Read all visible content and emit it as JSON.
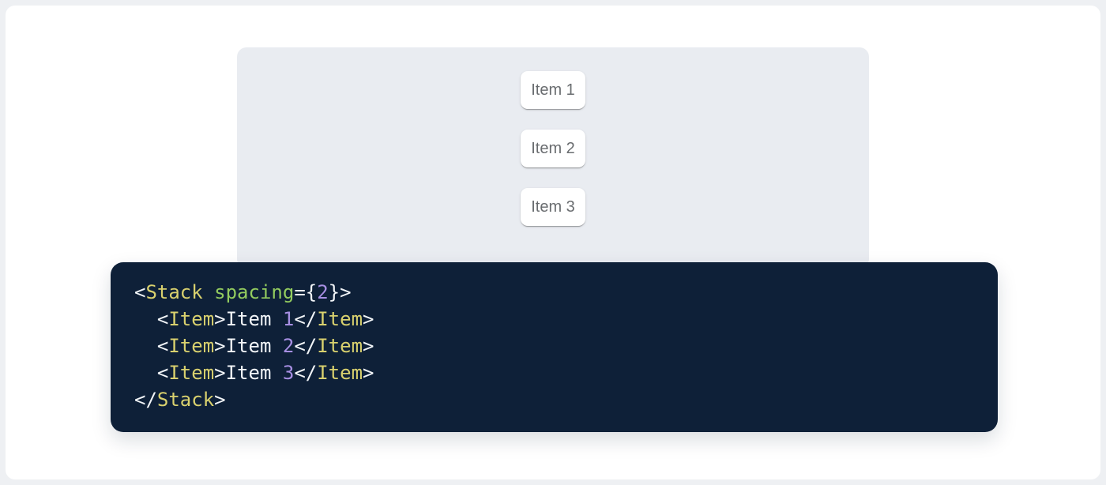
{
  "colors": {
    "page-bg": "#eef0f3",
    "card-bg": "#ffffff",
    "panel-bg": "#e9ecf1",
    "code-bg": "#0e2038",
    "item-text": "#696c6f"
  },
  "demo": {
    "items": [
      {
        "label": "Item 1"
      },
      {
        "label": "Item 2"
      },
      {
        "label": "Item 3"
      }
    ]
  },
  "code": {
    "token_colors": {
      "plain": "#f2f5f8",
      "tag": "#d9d16e",
      "attr": "#93cc5f",
      "num": "#a78fe3"
    },
    "lines": [
      [
        [
          "plain",
          "<"
        ],
        [
          "tag",
          "Stack"
        ],
        [
          "plain",
          " "
        ],
        [
          "attr",
          "spacing"
        ],
        [
          "plain",
          "={"
        ],
        [
          "num",
          "2"
        ],
        [
          "plain",
          "}>"
        ]
      ],
      [
        [
          "plain",
          "  <"
        ],
        [
          "tag",
          "Item"
        ],
        [
          "plain",
          ">Item "
        ],
        [
          "num",
          "1"
        ],
        [
          "plain",
          "</"
        ],
        [
          "tag",
          "Item"
        ],
        [
          "plain",
          ">"
        ]
      ],
      [
        [
          "plain",
          "  <"
        ],
        [
          "tag",
          "Item"
        ],
        [
          "plain",
          ">Item "
        ],
        [
          "num",
          "2"
        ],
        [
          "plain",
          "</"
        ],
        [
          "tag",
          "Item"
        ],
        [
          "plain",
          ">"
        ]
      ],
      [
        [
          "plain",
          "  <"
        ],
        [
          "tag",
          "Item"
        ],
        [
          "plain",
          ">Item "
        ],
        [
          "num",
          "3"
        ],
        [
          "plain",
          "</"
        ],
        [
          "tag",
          "Item"
        ],
        [
          "plain",
          ">"
        ]
      ],
      [
        [
          "plain",
          "</"
        ],
        [
          "tag",
          "Stack"
        ],
        [
          "plain",
          ">"
        ]
      ]
    ]
  }
}
